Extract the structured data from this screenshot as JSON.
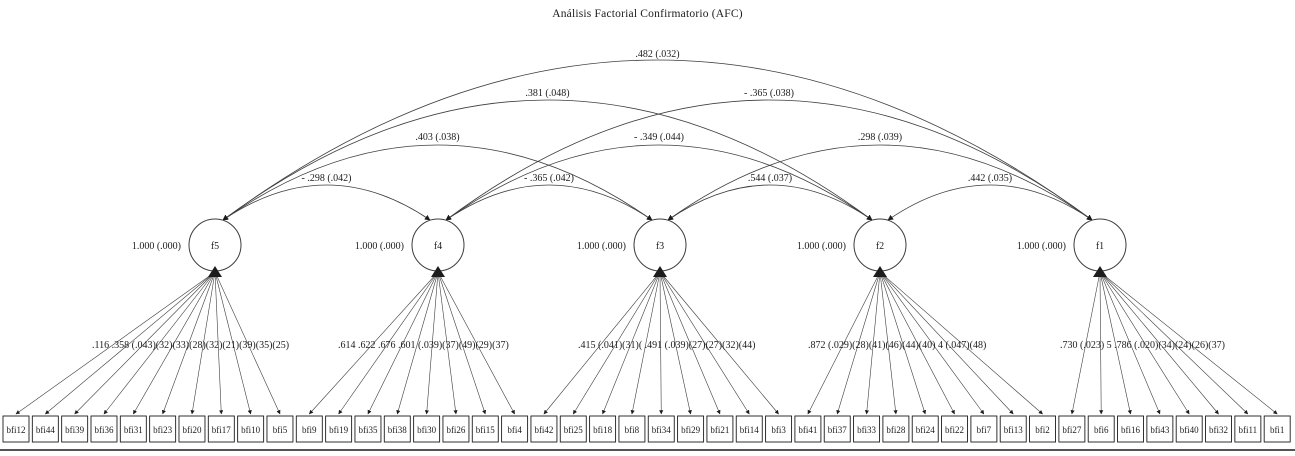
{
  "title": "Análisis Factorial Confirmatorio (AFC)",
  "factors": [
    {
      "id": "f5",
      "label": "f5",
      "variance_label": "1.000 (.000)",
      "loadings_label": ".116 .358 (.043)(32)(33)(28)(32)(21)(39)(35)(25)",
      "indicators": [
        "bfi12",
        "bfi44",
        "bfi39",
        "bfi36",
        "bfi31",
        "bfi23",
        "bfi20",
        "bfi17",
        "bfi10",
        "bfi5"
      ]
    },
    {
      "id": "f4",
      "label": "f4",
      "variance_label": "1.000 (.000)",
      "loadings_label": ".614 .622 .676 .601 (.039)(37)(49)(29)(37)",
      "indicators": [
        "bfi9",
        "bfi19",
        "bfi35",
        "bfi38",
        "bfi30",
        "bfi26",
        "bfi15",
        "bfi4"
      ]
    },
    {
      "id": "f3",
      "label": "f3",
      "variance_label": "1.000 (.000)",
      "loadings_label": ".415 (.041)(31)( .491 (.039)(27)(27)(32)(44)",
      "indicators": [
        "bfi42",
        "bfi25",
        "bfi18",
        "bfi8",
        "bfi34",
        "bfi29",
        "bfi21",
        "bfi14",
        "bfi3"
      ]
    },
    {
      "id": "f2",
      "label": "f2",
      "variance_label": "1.000 (.000)",
      "loadings_label": ".872 (.029)(28)(41)(46)(44)(40) 4 (.047)(48)",
      "indicators": [
        "bfi41",
        "bfi37",
        "bfi33",
        "bfi28",
        "bfi24",
        "bfi22",
        "bfi7",
        "bfi13",
        "bfi2"
      ]
    },
    {
      "id": "f1",
      "label": "f1",
      "variance_label": "1.000 (.000)",
      "loadings_label": ".730 (.023) 5 .786 (.020)(34)(24)(26)(37)",
      "indicators": [
        "bfi27",
        "bfi6",
        "bfi16",
        "bfi43",
        "bfi40",
        "bfi32",
        "bfi11",
        "bfi1"
      ]
    }
  ],
  "covariances": [
    {
      "from": "f5",
      "to": "f1",
      "label": ".482 (.032)"
    },
    {
      "from": "f5",
      "to": "f2",
      "label": ".381 (.048)"
    },
    {
      "from": "f4",
      "to": "f1",
      "label": "- .365 (.038)"
    },
    {
      "from": "f5",
      "to": "f3",
      "label": ".403 (.038)"
    },
    {
      "from": "f4",
      "to": "f2",
      "label": "- .349 (.044)"
    },
    {
      "from": "f3",
      "to": "f1",
      "label": ".298 (.039)"
    },
    {
      "from": "f5",
      "to": "f4",
      "label": "- .298 (.042)"
    },
    {
      "from": "f4",
      "to": "f3",
      "label": "- .365 (.042)"
    },
    {
      "from": "f3",
      "to": "f2",
      "label": ".544 (.037)"
    },
    {
      "from": "f2",
      "to": "f1",
      "label": ".442 (.035)"
    }
  ],
  "colors": {
    "ink": "#1c1c1c",
    "edge": "#3d3d3d",
    "background": "#ffffff"
  }
}
